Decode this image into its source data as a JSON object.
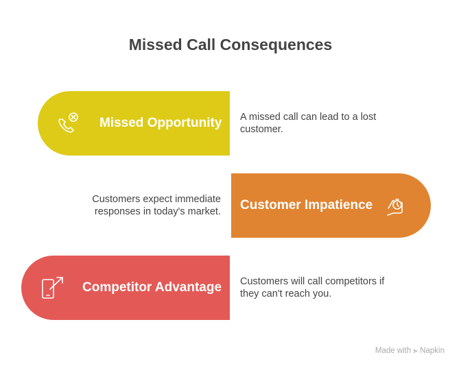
{
  "title": "Missed Call Consequences",
  "items": [
    {
      "label": "Missed Opportunity",
      "description": "A missed call can lead to a lost customer.",
      "icon": "phone-missed-icon",
      "color": "#DDCB17"
    },
    {
      "label": "Customer Impatience",
      "description": "Customers expect immediate responses in today's market.",
      "icon": "hand-stopwatch-icon",
      "color": "#E08431"
    },
    {
      "label": "Competitor Advantage",
      "description": "Customers will call competitors if they can't reach you.",
      "icon": "phone-arrow-icon",
      "color": "#E35956"
    }
  ],
  "footer": {
    "text": "Made with",
    "brand": "Napkin"
  }
}
